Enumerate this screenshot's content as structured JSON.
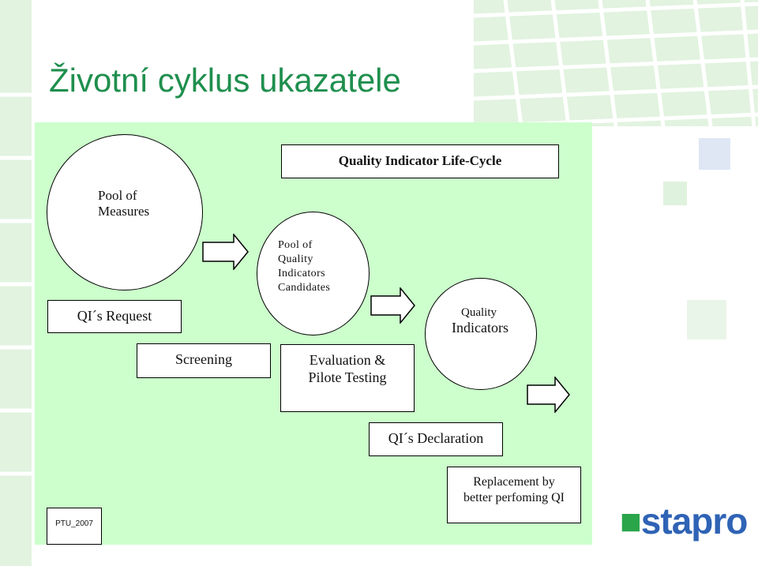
{
  "slide_title": "Životní cyklus ukazatele",
  "diagram": {
    "header": "Quality Indicator Life-Cycle",
    "pool_of_measures": "Pool of\nMeasures",
    "qis_request": "QI´s Request",
    "screening": "Screening",
    "pool_of_candidates": "Pool of\nQuality\nIndicators\nCandidates",
    "evaluation": "Evaluation &\nPilote Testing",
    "quality_indicators_small": "Quality",
    "quality_indicators_large": "Indicators",
    "qis_declaration": "QI´s Declaration",
    "replacement": "Replacement by\nbetter perfoming QI"
  },
  "footer": {
    "code": "PTU_2007"
  },
  "logo": {
    "text": "stapro"
  },
  "colors": {
    "title": "#1f8f4e",
    "panel": "#ccffcc",
    "logo_blue": "#2f63b5",
    "logo_green": "#2aa54a"
  }
}
